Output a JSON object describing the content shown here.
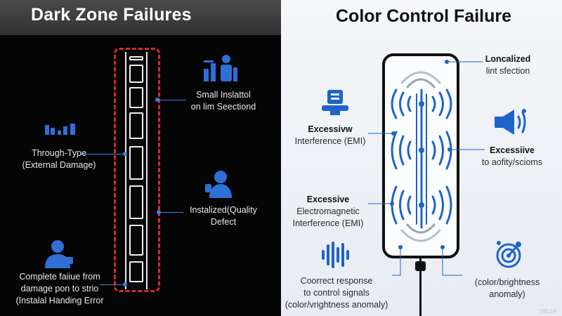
{
  "left_panel": {
    "title": "Dark Zone Failures",
    "callouts": [
      {
        "lines": [
          "Small Inslattol",
          "on lim Seectiond"
        ],
        "icon": "data-chart-person-icon"
      },
      {
        "lines": [
          "Through-Type",
          "(External Damage)"
        ],
        "icon": "bar-chart-icon"
      },
      {
        "lines": [
          "Instalized(Quality",
          "Defect"
        ],
        "icon": "worker-person-icon"
      },
      {
        "lines": [
          "Complete faiiue from",
          "damage pon to strio",
          "(Instalal Handing Error"
        ],
        "icon": "user-person-icon"
      }
    ],
    "colors": {
      "accent": "#3d7fe0",
      "frame": "#d52b2b",
      "header": "#3a3a3a"
    }
  },
  "right_panel": {
    "title": "Color Control Failure",
    "callouts": [
      {
        "lines": [
          "Loncalized",
          "lint sfection"
        ],
        "bold_first": true
      },
      {
        "lines": [
          "Excessivw",
          "Interference (EMI)"
        ],
        "bold_first": true,
        "icon": "chip-robot-icon"
      },
      {
        "lines": [
          "Excessiive",
          "to aofity/scioms"
        ],
        "bold_first": true,
        "icon": "speaker-signal-icon"
      },
      {
        "lines": [
          "Excessive",
          "Electromagnetic",
          "Interference (EMI)"
        ],
        "bold_first": true
      },
      {
        "lines": [
          "Coorrect response",
          "to control signals",
          "(color/vrightness anomaly)"
        ],
        "bold_first": false,
        "icon": "sound-wave-icon"
      },
      {
        "lines": [
          "(color/brightness",
          "anomaly)"
        ],
        "bold_first": false,
        "icon": "target-network-icon"
      }
    ],
    "watermark": "160:59",
    "colors": {
      "accent": "#1e64c8",
      "device_border": "#111111"
    }
  }
}
